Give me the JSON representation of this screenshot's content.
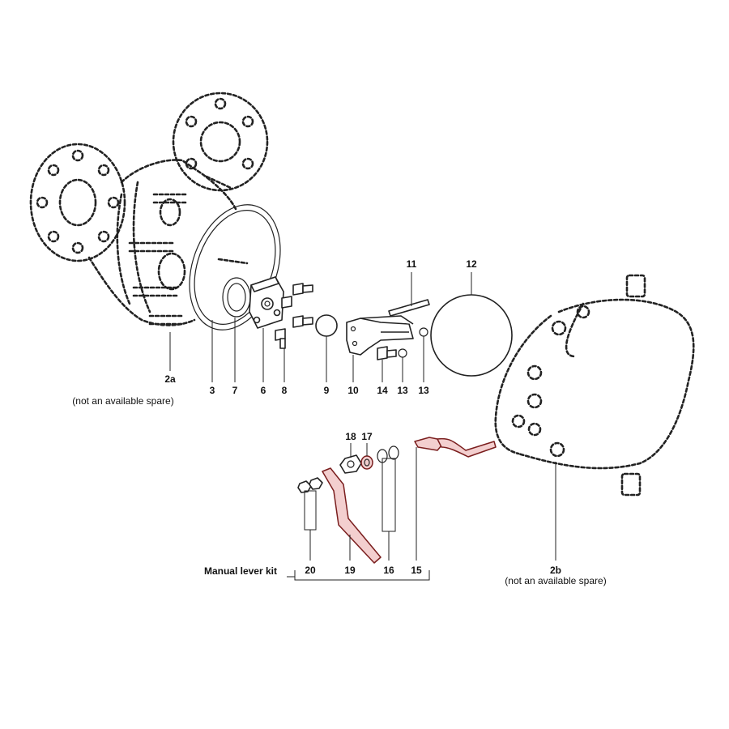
{
  "labels": {
    "p2a": "2a",
    "p2a_note": "(not an available spare)",
    "p3": "3",
    "p7": "7",
    "p6": "6",
    "p8": "8",
    "p9": "9",
    "p10": "10",
    "p14": "14",
    "p13a": "13",
    "p13b": "13",
    "p11": "11",
    "p12": "12",
    "p18": "18",
    "p17": "17",
    "p20": "20",
    "p19": "19",
    "p16": "16",
    "p15": "15",
    "p2b": "2b",
    "p2b_note": "(not an available spare)",
    "kit": "Manual lever kit"
  },
  "colors": {
    "outline": "#222222",
    "kit_highlight": "#f3cfcf",
    "kit_outline": "#7a1e1e"
  }
}
